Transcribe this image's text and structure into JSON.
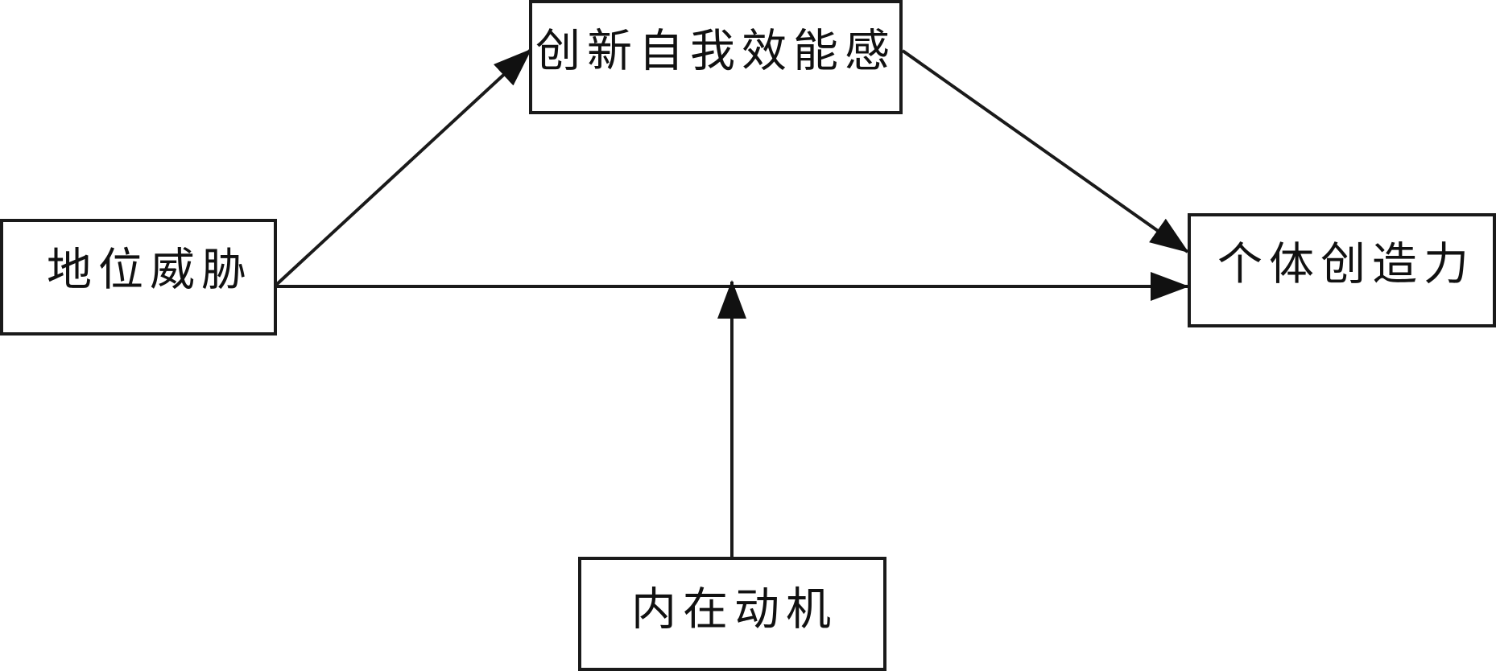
{
  "diagram": {
    "nodes": {
      "status_threat": "地位威胁",
      "innovation_self_efficacy": "创新自我效能感",
      "individual_creativity": "个体创造力",
      "intrinsic_motivation": "内在动机"
    },
    "edges": [
      {
        "from": "地位威胁",
        "to": "创新自我效能感"
      },
      {
        "from": "创新自我效能感",
        "to": "个体创造力"
      },
      {
        "from": "地位威胁",
        "to": "个体创造力"
      },
      {
        "from": "内在动机",
        "to": "地位威胁→个体创造力"
      }
    ],
    "colors": {
      "stroke": "#1a1a1a",
      "text": "#111111",
      "background": "#ffffff"
    }
  }
}
